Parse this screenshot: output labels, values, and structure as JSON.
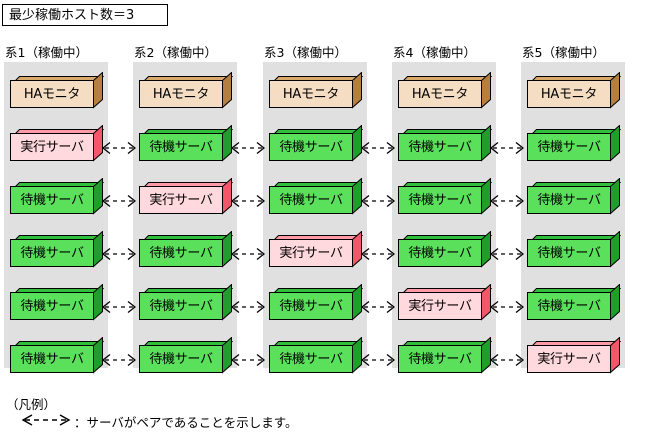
{
  "title": {
    "text": "最少稼働ホスト数＝3"
  },
  "columns": [
    {
      "header": "系1（稼働中）",
      "nodes": [
        {
          "type": "ha",
          "label": "HAモニタ"
        },
        {
          "type": "active",
          "label": "実行サーバ"
        },
        {
          "type": "standby",
          "label": "待機サーバ"
        },
        {
          "type": "standby",
          "label": "待機サーバ"
        },
        {
          "type": "standby",
          "label": "待機サーバ"
        },
        {
          "type": "standby",
          "label": "待機サーバ"
        }
      ]
    },
    {
      "header": "系2（稼働中）",
      "nodes": [
        {
          "type": "ha",
          "label": "HAモニタ"
        },
        {
          "type": "standby",
          "label": "待機サーバ"
        },
        {
          "type": "active",
          "label": "実行サーバ"
        },
        {
          "type": "standby",
          "label": "待機サーバ"
        },
        {
          "type": "standby",
          "label": "待機サーバ"
        },
        {
          "type": "standby",
          "label": "待機サーバ"
        }
      ]
    },
    {
      "header": "系3（稼働中）",
      "nodes": [
        {
          "type": "ha",
          "label": "HAモニタ"
        },
        {
          "type": "standby",
          "label": "待機サーバ"
        },
        {
          "type": "standby",
          "label": "待機サーバ"
        },
        {
          "type": "active",
          "label": "実行サーバ"
        },
        {
          "type": "standby",
          "label": "待機サーバ"
        },
        {
          "type": "standby",
          "label": "待機サーバ"
        }
      ]
    },
    {
      "header": "系4（稼働中）",
      "nodes": [
        {
          "type": "ha",
          "label": "HAモニタ"
        },
        {
          "type": "standby",
          "label": "待機サーバ"
        },
        {
          "type": "standby",
          "label": "待機サーバ"
        },
        {
          "type": "standby",
          "label": "待機サーバ"
        },
        {
          "type": "active",
          "label": "実行サーバ"
        },
        {
          "type": "standby",
          "label": "待機サーバ"
        }
      ]
    },
    {
      "header": "系5（稼働中）",
      "nodes": [
        {
          "type": "ha",
          "label": "HAモニタ"
        },
        {
          "type": "standby",
          "label": "待機サーバ"
        },
        {
          "type": "standby",
          "label": "待機サーバ"
        },
        {
          "type": "standby",
          "label": "待機サーバ"
        },
        {
          "type": "standby",
          "label": "待機サーバ"
        },
        {
          "type": "active",
          "label": "実行サーバ"
        }
      ]
    }
  ],
  "legend": {
    "title": "（凡例）",
    "symbol": "pair-arrow-icon",
    "text": "：サーバがペアであることを示します。"
  },
  "colors": {
    "panel_background": "#e0e0e0",
    "page_background": "#ffffff",
    "ha_front": "#f5ddc3",
    "ha_top": "#d9a96b",
    "ha_side": "#b5803f",
    "active_front": "#ffd9dd",
    "active_top": "#ff9aa6",
    "active_side": "#f4566a",
    "standby_front": "#5ae05a",
    "standby_top": "#2fbf3a",
    "standby_side": "#1f9e2c",
    "outline": "#000000"
  },
  "layout": {
    "column_x": [
      4,
      133,
      263,
      392,
      521
    ],
    "row_y": [
      10,
      63,
      116,
      169,
      222,
      275
    ],
    "connector_rows": [
      1,
      2,
      3,
      4,
      5
    ]
  }
}
